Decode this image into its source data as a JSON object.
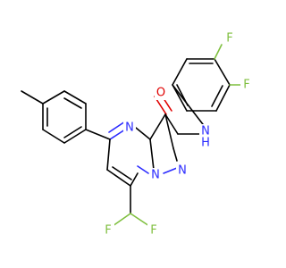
{
  "molecule": {
    "atoms": {
      "F1": {
        "label": "F",
        "color": "#7fbf3f"
      },
      "F2": {
        "label": "F",
        "color": "#7fbf3f"
      },
      "F3": {
        "label": "F",
        "color": "#7fbf3f"
      },
      "F4": {
        "label": "F",
        "color": "#7fbf3f"
      },
      "O1": {
        "label": "O",
        "color": "#e00000"
      },
      "NH1": {
        "label": "N",
        "color": "#2b2bff"
      },
      "H1": {
        "label": "H",
        "color": "#2b2bff"
      },
      "N1": {
        "label": "N",
        "color": "#2b2bff"
      },
      "N2": {
        "label": "N",
        "color": "#2b2bff"
      },
      "N3": {
        "label": "N",
        "color": "#2b2bff"
      }
    }
  }
}
